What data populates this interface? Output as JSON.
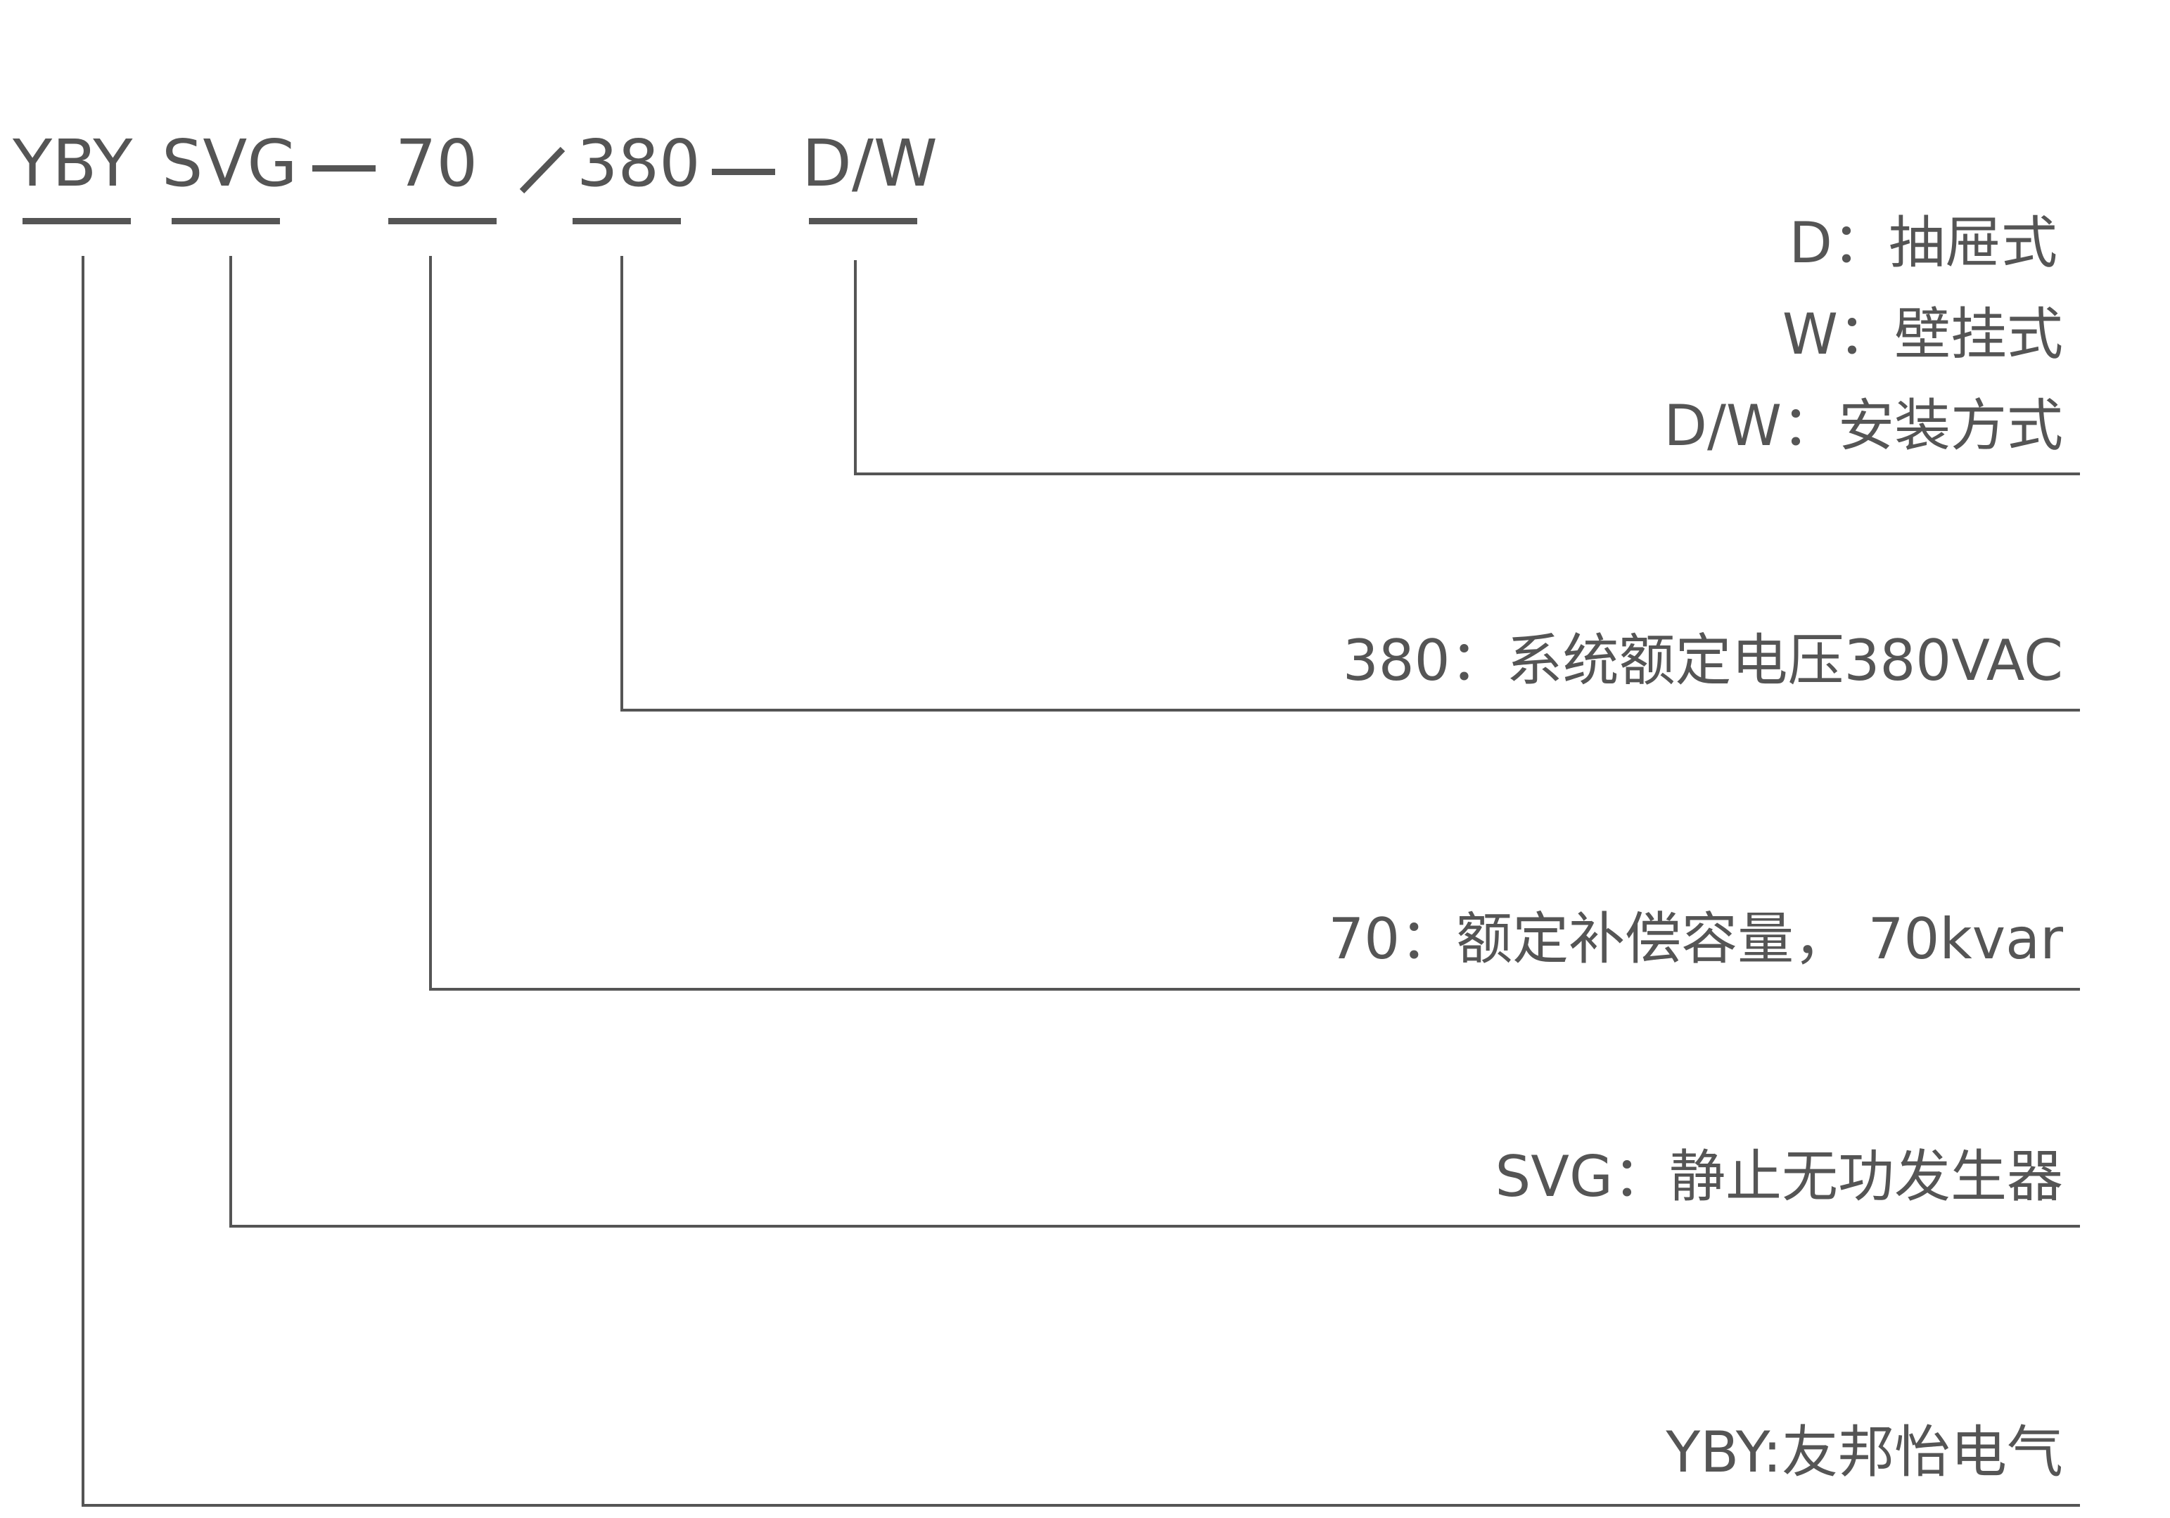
{
  "code": {
    "brand": "YBY",
    "product": "SVG",
    "capacity": "70",
    "voltage": "380",
    "mounting": "D/W"
  },
  "descriptions": {
    "mount_d": "D：抽屉式",
    "mount_w": "W：壁挂式",
    "mount_dw": "D/W：安装方式",
    "voltage": "380：系统额定电压380VAC",
    "capacity": "70：额定补偿容量， 70kvar",
    "product": "SVG：静止无功发生器",
    "brand": "YBY:友邦怡电气"
  },
  "colors": {
    "line": "#555555",
    "text": "#555555"
  }
}
